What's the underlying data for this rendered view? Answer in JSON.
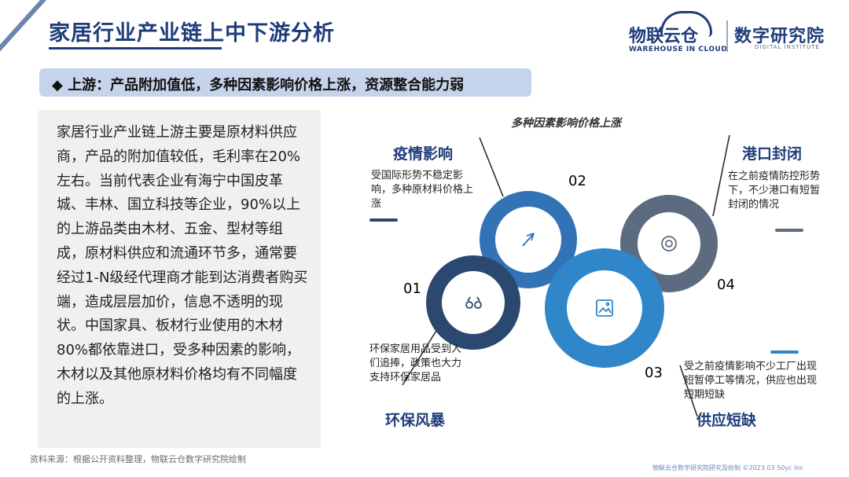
{
  "header": {
    "title": "家居行业产业链上中下游分析",
    "logo_main": "物联云仓",
    "logo_sub": "WAREHOUSE IN CLOUD",
    "institute_main": "数字研究院",
    "institute_sub": "DIGITAL INSTITUTE"
  },
  "banner": {
    "bullet": "◆",
    "text": "上游：产品附加值低，多种因素影响价格上涨，资源整合能力弱"
  },
  "body": {
    "paragraph": "家居行业产业链上游主要是原材料供应商，产品的附加值较低，毛利率在20%左右。当前代表企业有海宁中国皮革城、丰林、国立科技等企业，90%以上的上游品类由木材、五金、型材等组成，原材料供应和流通环节多，通常要经过1-N级经代理商才能到达消费者购买端，造成层层加价，信息不透明的现状。中国家具、板材行业使用的木材80%都依靠进口，受多种因素的影响，木材以及其他原材料价格均有不同幅度的上涨。"
  },
  "diagram": {
    "title": "多种因素影响价格上涨",
    "factors": [
      {
        "number": "01",
        "heading": "环保风暴",
        "description": "环保家居用品受到人们追捧，政策也大力支持环保家居品",
        "icon": "binoculars-icon",
        "color": "#2b4870"
      },
      {
        "number": "02",
        "heading": "疫情影响",
        "description": "受国际形势不稳定影响，多种原材料价格上涨",
        "icon": "rocket-icon",
        "color": "#3173b5"
      },
      {
        "number": "03",
        "heading": "供应短缺",
        "description": "受之前疫情影响不少工厂出现短暂停工等情况，供应也出现短期短缺",
        "icon": "image-icon",
        "color": "#2f86c9"
      },
      {
        "number": "04",
        "heading": "港口封闭",
        "description": "在之前疫情防控形势下，不少港口有短暂封闭的情况",
        "icon": "lifebuoy-icon",
        "color": "#5c6b80"
      }
    ]
  },
  "footer": {
    "source": "资料来源：根据公开资料整理，物联云仓数字研究院绘制",
    "copyright": "物联云仓数字研究院研究及绘制  ©2023.03 50yc Inc"
  }
}
